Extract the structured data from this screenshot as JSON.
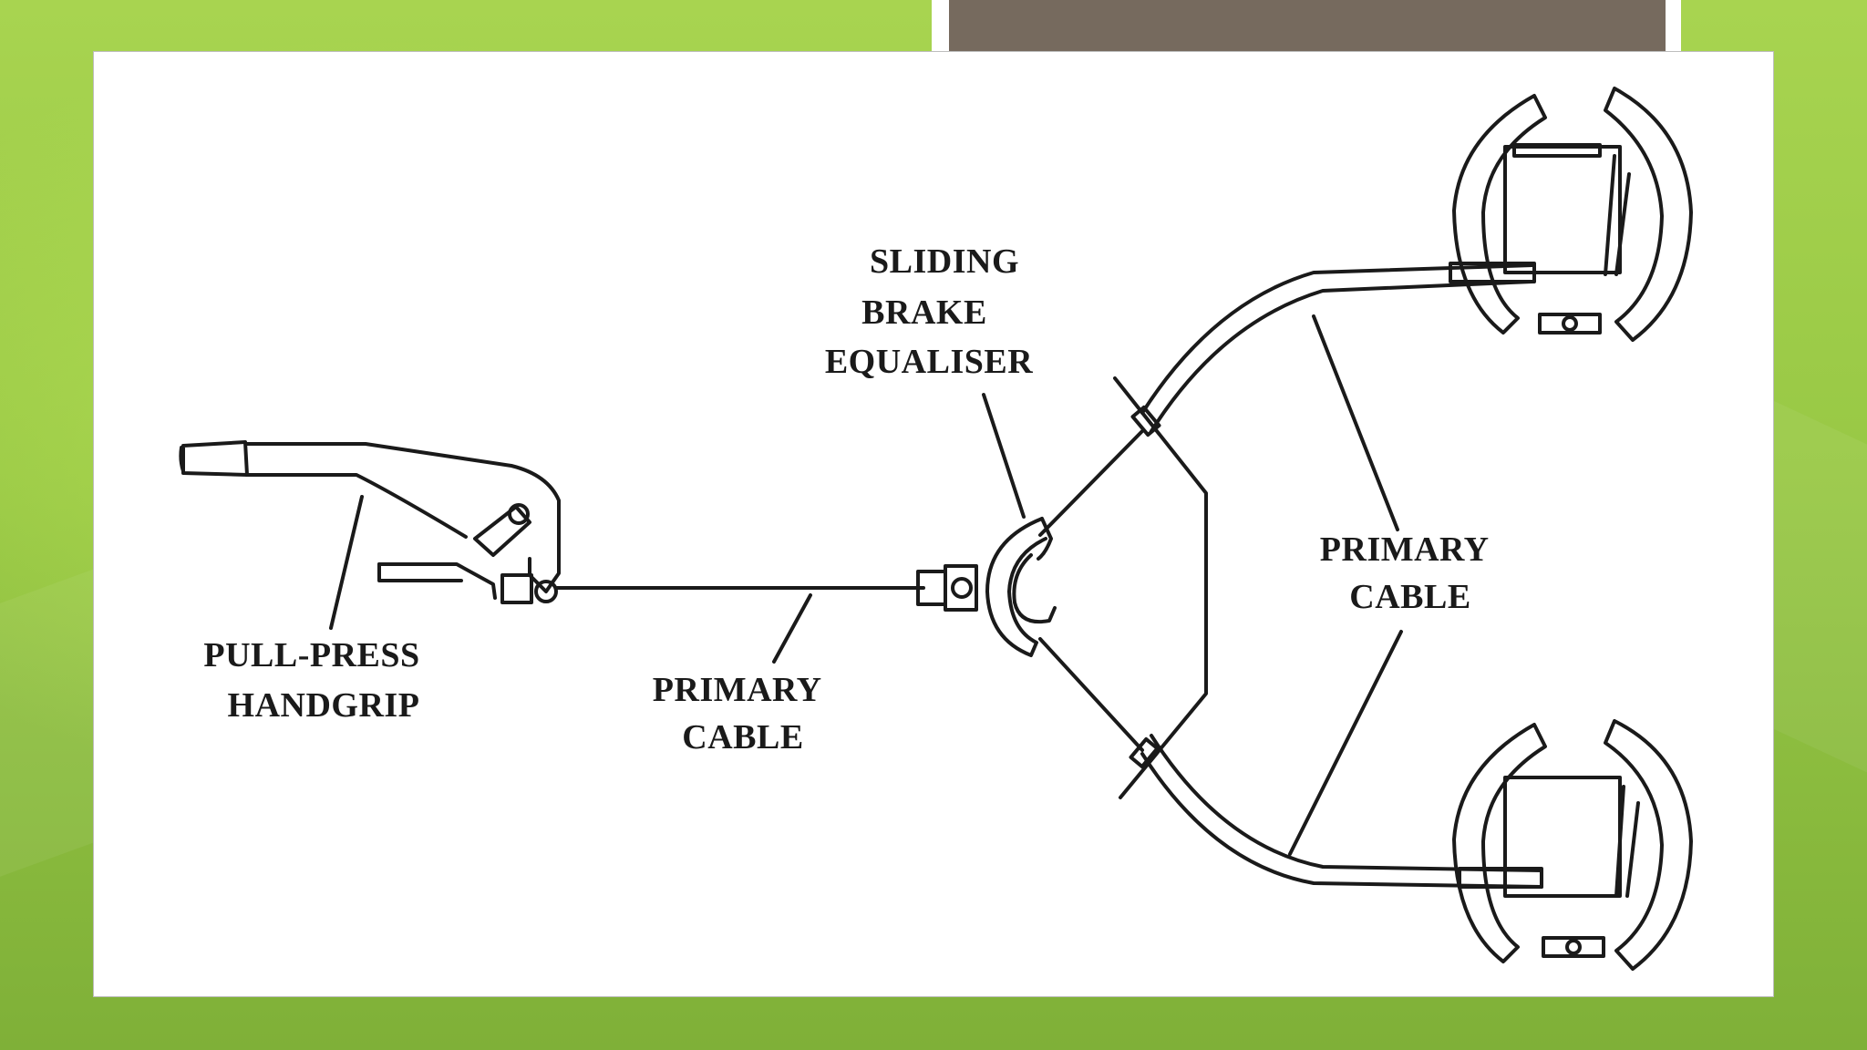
{
  "diagram": {
    "labels": {
      "pull_press_handgrip": [
        "PULL-PRESS",
        "HANDGRIP"
      ],
      "primary_cable_left": [
        "PRIMARY",
        "CABLE"
      ],
      "sliding_brake_equaliser": [
        "SLIDING",
        "BRAKE",
        "EQUALISER"
      ],
      "primary_cable_right": [
        "PRIMARY",
        "CABLE"
      ]
    }
  },
  "colors": {
    "slide_green": "#98c845",
    "top_band": "#766a5e",
    "line": "#1a1a1a"
  }
}
